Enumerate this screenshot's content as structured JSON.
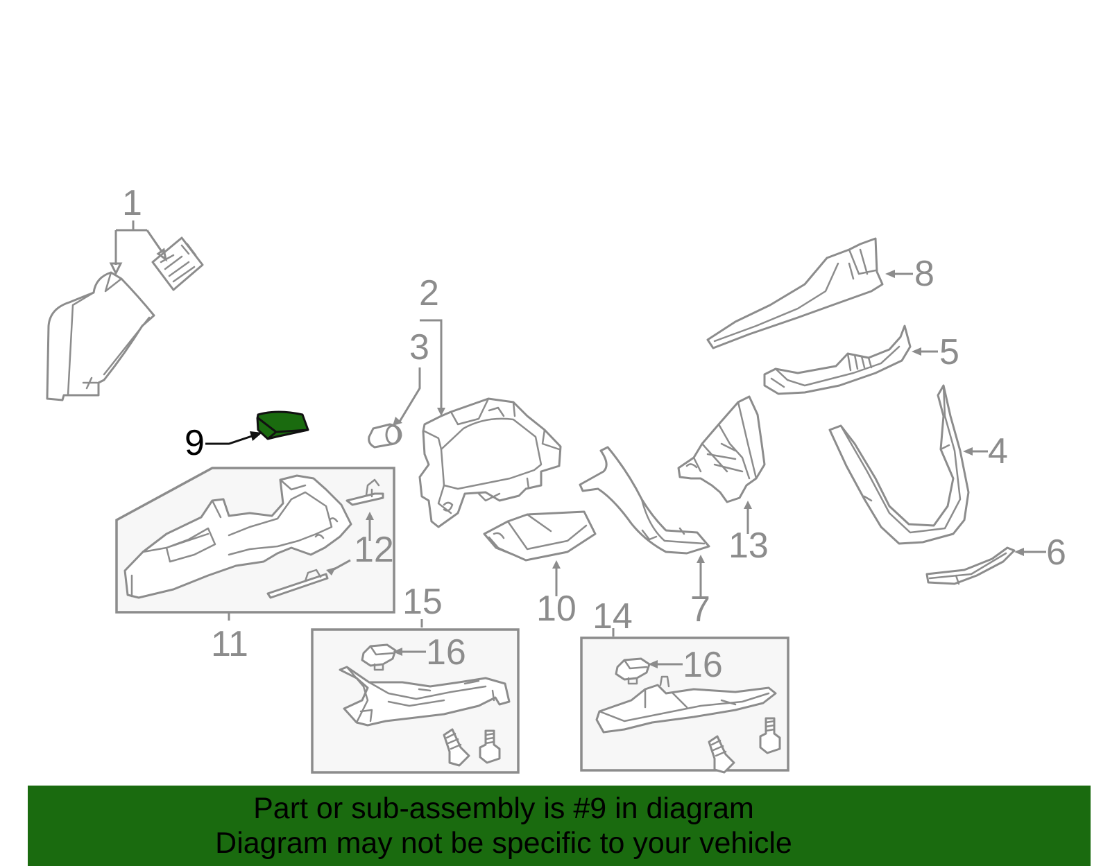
{
  "colors": {
    "highlight_fill": "#1a6b0f",
    "line_gray": "#8c8c8c",
    "callout_highlight": "#000000",
    "banner_bg": "#1a6b0f"
  },
  "diagram": {
    "highlighted_part": "9",
    "callouts": {
      "c1": "1",
      "c2": "2",
      "c3": "3",
      "c4": "4",
      "c5": "5",
      "c6": "6",
      "c7": "7",
      "c8": "8",
      "c9": "9",
      "c10": "10",
      "c11": "11",
      "c12": "12",
      "c13": "13",
      "c14": "14",
      "c15": "15",
      "c16a": "16",
      "c16b": "16"
    }
  },
  "banner": {
    "line1": "Part or sub-assembly is #9 in diagram",
    "line2": "Diagram may not be specific to your vehicle"
  }
}
